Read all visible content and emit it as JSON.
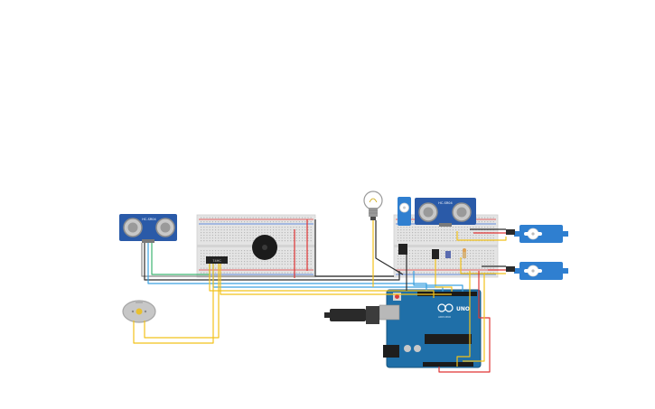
{
  "colors": {
    "background": "#ffffff",
    "breadboard": "#e4e4e4",
    "breadboard_edge": "#cfcfcf",
    "hole": "#b8b8b8",
    "rail_red": "#e23b3b",
    "rail_blue": "#3b6fd8",
    "arduino": "#1f6fa8",
    "arduino_dark": "#17557f",
    "sensor_board": "#2a5aa8",
    "servo": "#2f7fd0",
    "wire_yellow": "#f2c21a",
    "wire_red": "#e03535",
    "wire_black": "#2b2b2b",
    "wire_blue": "#3aa0e0",
    "wire_gray": "#8a8a8a",
    "wire_green": "#3cb371",
    "chip": "#222222",
    "buzzer": "#1b1b1b",
    "usb_plug": "#2a2a2a"
  },
  "components": {
    "ultrasonic_left": {
      "label": "HC-SR04"
    },
    "ultrasonic_right": {
      "label": "HC-SR04"
    },
    "arduino": {
      "brand": "UNO",
      "sub": "ARDUINO"
    },
    "chip_left": {
      "label": "74HC"
    },
    "light_bulb": {
      "icon": "light-bulb-icon"
    },
    "buzzer": {
      "icon": "piezo-buzzer-icon"
    },
    "dc_motor": {
      "icon": "dc-motor-icon"
    },
    "servo_top": {
      "icon": "servo-icon"
    },
    "servo_bottom": {
      "icon": "servo-icon"
    }
  }
}
